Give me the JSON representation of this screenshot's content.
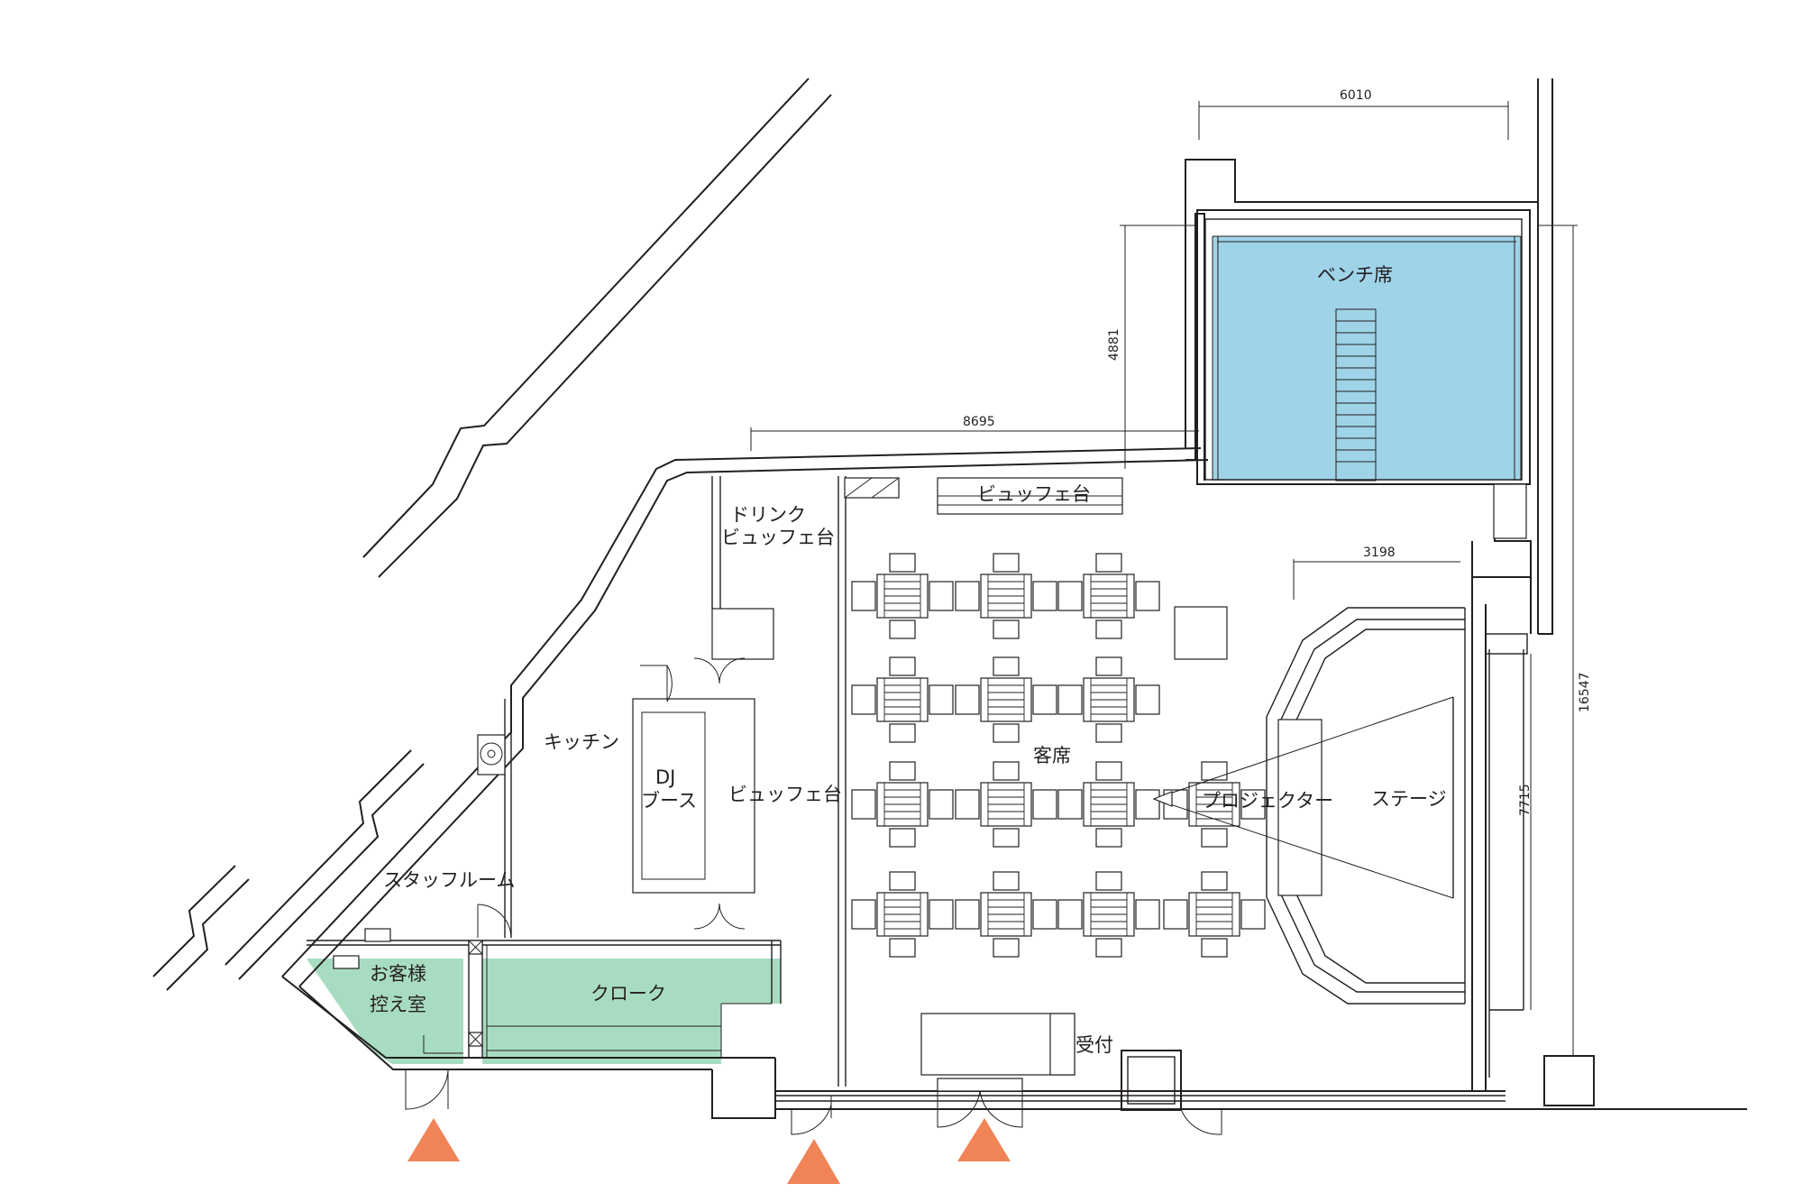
{
  "labels": {
    "bench_seats": "ベンチ席",
    "buffet_top": "ビュッフェ台",
    "drink_buffet_line1": "ドリンク",
    "drink_buffet_line2": "ビュッフェ台",
    "kitchen": "キッチン",
    "dj_booth_line1": "DJ",
    "dj_booth_line2": "ブース",
    "buffet_center": "ビュッフェ台",
    "guest_seats": "客席",
    "projector": "プロジェクター",
    "stage": "ステージ",
    "staff_room": "スタッフルーム",
    "guest_waiting_line1": "お客様",
    "guest_waiting_line2": "控え室",
    "cloak": "クローク",
    "reception": "受付"
  },
  "dimensions": {
    "top_width": "6010",
    "bench_depth": "4881",
    "inner_width": "8695",
    "stage_offset": "3198",
    "total_length": "16547",
    "stage_length": "7715"
  },
  "colors": {
    "bench_area": "#9fd3e8",
    "waiting_and_cloak": "#a8dcc0",
    "entrance_markers": "#f08457",
    "lines": "#231f20"
  },
  "icons": {
    "entrance_marker": "triangle-up",
    "speaker": "circle-in-square"
  }
}
